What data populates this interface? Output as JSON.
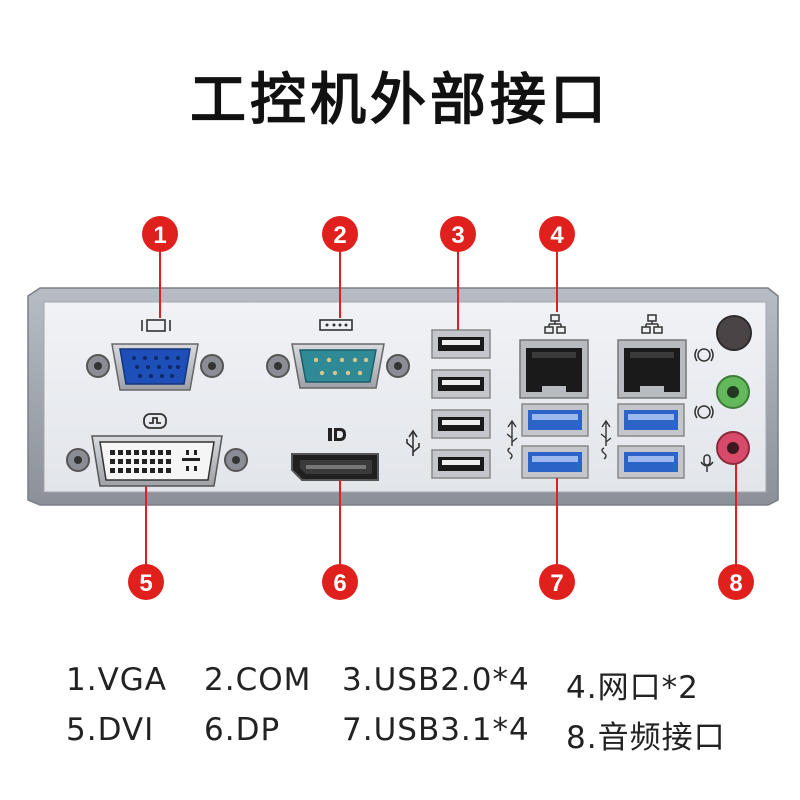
{
  "title": "工控机外部接口",
  "callouts": [
    {
      "number": "1"
    },
    {
      "number": "2"
    },
    {
      "number": "3"
    },
    {
      "number": "4"
    },
    {
      "number": "5"
    },
    {
      "number": "6"
    },
    {
      "number": "7"
    },
    {
      "number": "8"
    }
  ],
  "legend": [
    [
      "1.VGA",
      "2.COM",
      "3.USB2.0*4",
      "4.网口*2"
    ],
    [
      "5.DVI",
      "6.DP",
      "7.USB3.1*4",
      "8.音频接口"
    ]
  ],
  "colors": {
    "callout": "#e0201c",
    "vga_blue": "#1e4fb8",
    "com_teal": "#2f8a96",
    "usb3_blue": "#2b63c6",
    "audio_green": "#63b85c",
    "audio_pink": "#d84a6a",
    "io_plate": "#e9ebf0"
  },
  "icons": [
    "vga-icon",
    "serial-icon",
    "dvi-icon",
    "displayport-icon",
    "usb-icon",
    "usb-ss-icon",
    "network-icon",
    "headset-icon",
    "microphone-icon"
  ]
}
